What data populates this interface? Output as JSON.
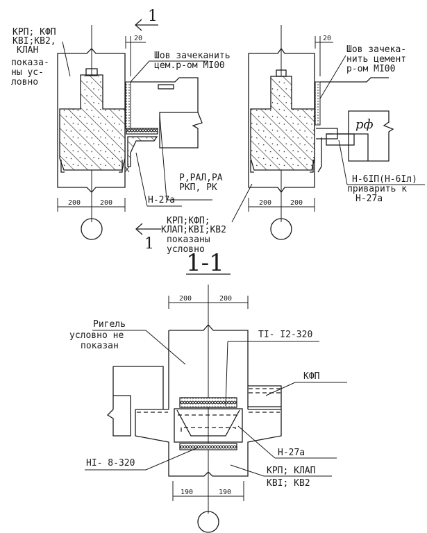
{
  "drawing": {
    "section_title": "1-1",
    "section_mark": "1",
    "left_view": {
      "top_label_lines": [
        "КРП; КФП",
        "КВI;КВ2,",
        "КЛАН",
        "показа-",
        "ны ус-",
        "ловно"
      ],
      "seam_note_lines": [
        "Шов зачеканить",
        "цем.р-ом MI00"
      ],
      "gap_dim": "20",
      "panel_label_lines": [
        "Р,РАЛ,РА",
        "РКП, РК"
      ],
      "bracket_label": "Н-27а",
      "bottom_label_lines": [
        "КРП;КФП;",
        "КЛАП;КВI;КВ2",
        "показаны",
        "условно"
      ],
      "dims": [
        "200",
        "200"
      ]
    },
    "right_view": {
      "seam_note_lines": [
        "Шов зачека-",
        "нить цемент",
        "р-ом MI00"
      ],
      "gap_dim": "20",
      "panel_label": "рф",
      "weld_label_lines": [
        "Н-6IП(Н-6Iл)",
        "приварить к",
        "Н-27а"
      ],
      "dims": [
        "200",
        "200"
      ]
    },
    "section_view": {
      "dims_top": [
        "200",
        "200"
      ],
      "beam_label_lines": [
        "Ригель",
        "условно не",
        "показан"
      ],
      "top_pad_label": "ТI- I2-320",
      "side_label": "КФП",
      "bracket_label": "Н-27а",
      "bottom_pad_label": "НI- 8-320",
      "column_label_lines": [
        "КРП; КЛАП",
        "КВI; КВ2"
      ],
      "dims_bottom": [
        "190",
        "190"
      ]
    }
  }
}
